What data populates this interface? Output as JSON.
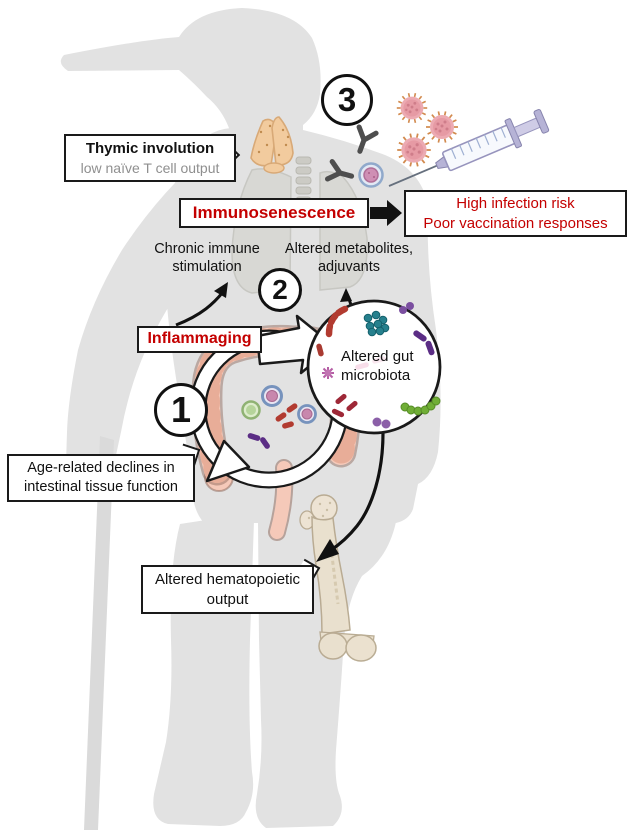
{
  "figure_title": "Aging, gut microbiota and immunosenescence diagram",
  "colors": {
    "accent_red": "#c40000",
    "silhouette_gray": "#e2e2e2",
    "muted_gray_text": "#8f8f8f",
    "outline_black": "#1a1a1a"
  },
  "steps": [
    {
      "number": "1"
    },
    {
      "number": "2"
    },
    {
      "number": "3"
    }
  ],
  "labels": {
    "thymic": {
      "lines": [
        "Thymic involution",
        "low naïve T cell output"
      ]
    },
    "immunosenescence": {
      "label": "Immunosenescence"
    },
    "infection_risk": {
      "lines": [
        "High infection risk",
        "Poor vaccination responses"
      ]
    },
    "chronic_immune": {
      "lines": [
        "Chronic immune",
        "stimulation"
      ]
    },
    "altered_metabolites": {
      "lines": [
        "Altered metabolites,",
        "adjuvants"
      ]
    },
    "inflammaging": {
      "label": "Inflammaging"
    },
    "gut_microbiota": {
      "lines": [
        "Altered gut",
        "microbiota"
      ]
    },
    "age_related": {
      "lines": [
        "Age-related declines in",
        "intestinal tissue function"
      ]
    },
    "hematopoietic": {
      "lines": [
        "Altered hematopoietic",
        "output"
      ]
    }
  },
  "icons": {
    "person": "elderly-person-silhouette",
    "cane": "walking-cane",
    "thymus": "thymus",
    "lungs": "lungs",
    "trachea": "trachea",
    "intestine": "large-intestine",
    "femur": "femur-bone",
    "microbiota": "gut-bacteria",
    "virus": "spiky-virus",
    "antibody": "y-antibody",
    "immune_cell": "immune-cell",
    "syringe": "syringe"
  }
}
